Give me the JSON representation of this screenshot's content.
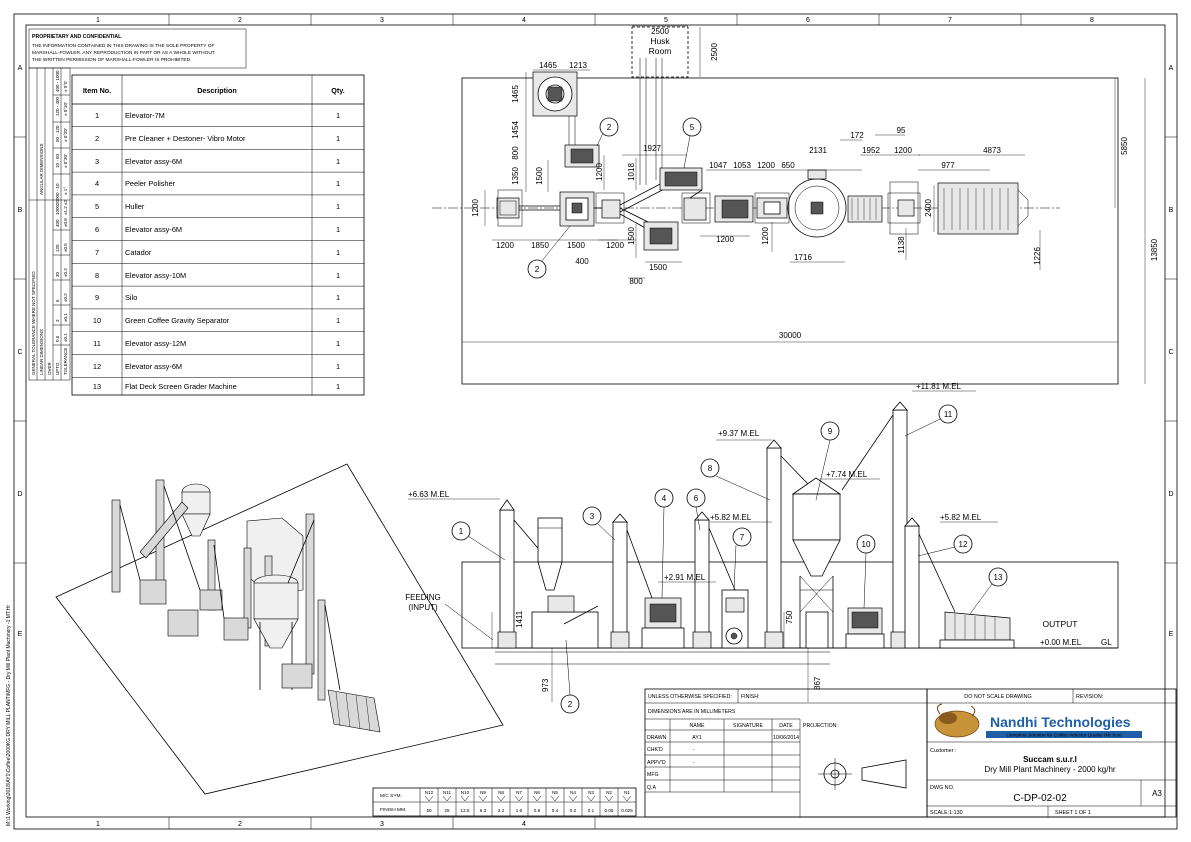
{
  "frame": {
    "col_labels": [
      "1",
      "2",
      "3",
      "4",
      "5",
      "6",
      "7",
      "8"
    ],
    "row_labels": [
      "A",
      "B",
      "C",
      "D",
      "E"
    ],
    "side_path": "M:\\1 Working\\2018\\AY1\\Coffee\\2000KG DRY MILL PLANT\\MFG - Dry Mill Plant Machinery -1 MT.Hr"
  },
  "proprietary": {
    "heading": "PROPRIETARY AND CONFIDENTIAL",
    "lines": [
      "THE INFORMATION CONTAINED IN THIS DRAWING IS THE SOLE PROPERTY OF",
      "MARSHALL-FOWLER.  ANY REPRODUCTION IN PART OR AS A WHOLE WITHOUT",
      "THE WRITTEN PERMISSION OF MARSHALL-FOWLER IS PROHIBITED."
    ]
  },
  "tolerance": {
    "general": "GENERAL TOLERANCE WHERE NOT SPECIFIED",
    "angular": "ANGULAR DIMENSIONS",
    "linear": "LINEAR DIMENSIONS",
    "over": "OVER",
    "upto": "UPTO",
    "tol": "TOLERANCE",
    "ang_ranges": [
      "0 - 10",
      "10 - 50",
      "50 - 120",
      "120 - 400",
      "400 - 1000"
    ],
    "ang_tols": [
      "± 1°",
      "± 0°30'",
      "± 0°20'",
      "± 0°10'",
      "± 0°5'"
    ],
    "lin_ranges": [
      "0.5",
      "3",
      "6",
      "30",
      "120",
      "400",
      "1000",
      "2000"
    ],
    "lin_tols": [
      "±0.1",
      "±0.1",
      "±0.2",
      "±0.3",
      "±0.5",
      "±0.8",
      "±1.2",
      "±2"
    ]
  },
  "bom": {
    "headers": [
      "Item No.",
      "Description",
      "Qty."
    ],
    "rows": [
      [
        "1",
        "Elevator-7M",
        "1"
      ],
      [
        "2",
        "Pre Cleaner + Destoner- Vibro Motor",
        "1"
      ],
      [
        "3",
        "Elevator assy-6M",
        "1"
      ],
      [
        "4",
        " Peeler Polisher",
        "1"
      ],
      [
        "5",
        "Huller",
        "1"
      ],
      [
        "6",
        "Elevator assy-6M",
        "1"
      ],
      [
        "7",
        "Catador",
        "1"
      ],
      [
        "8",
        "Elevator assy-10M",
        "1"
      ],
      [
        "9",
        "Silo",
        "1"
      ],
      [
        "10",
        "Green Coffee Gravity Separator",
        "1"
      ],
      [
        "11",
        "Elevator assy-12M",
        "1"
      ],
      [
        "12",
        "Elevator assy-6M",
        "1"
      ],
      [
        "13",
        "Flat Deck Screen Grader Machine",
        "1"
      ]
    ]
  },
  "plan": {
    "husk_room": [
      "Husk",
      "Room"
    ],
    "dims": {
      "d2500top": "2500",
      "d2500side": "2500",
      "d1465a": "1465",
      "d1213": "1213",
      "d1465b": "1465",
      "d1454": "1454",
      "d800": "800",
      "d1350": "1350",
      "d1500a": "1500",
      "d1200a": "1200",
      "d1927": "1927",
      "d1018": "1018",
      "d1047": "1047",
      "d1053": "1053",
      "d1200b": "1200",
      "d650": "650",
      "d2131": "2131",
      "d172": "172",
      "d95": "95",
      "d1952": "1952",
      "d1200c": "1200",
      "d4873": "4873",
      "d977": "977",
      "d5850": "5850",
      "d13850": "13850",
      "d1200left": "1200",
      "d1200bot": "1200",
      "d1850": "1850",
      "d1500b": "1500",
      "d1200d": "1200",
      "d1500c": "1500",
      "d400": "400",
      "d1500d": "1500",
      "d800b": "800",
      "d1200e": "1200",
      "d1200f": "1200",
      "d1716": "1716",
      "d1138": "1138",
      "d2400": "2400",
      "d1226": "1226",
      "d30000": "30000"
    },
    "bubbles": [
      "2",
      "5",
      "2"
    ]
  },
  "elevation": {
    "levels": {
      "l1181": "+11.81 M.EL",
      "l937": "+9.37 M.EL",
      "l774": "+7.74 M.EL",
      "l663": "+6.63 M.EL",
      "l582a": "+5.82 M.EL",
      "l582b": "+5.82 M.EL",
      "l291": "+2.91 M.EL",
      "l000": "+0.00 M.EL",
      "gl": "GL"
    },
    "feeding": [
      "FEEDING",
      "(INPUT)"
    ],
    "output": "OUTPUT",
    "dims": {
      "d1411": "1411",
      "d973": "973",
      "d750": "750",
      "d867": "867"
    },
    "bubbles": [
      "1",
      "2",
      "3",
      "4",
      "6",
      "7",
      "8",
      "9",
      "10",
      "11",
      "12",
      "13"
    ]
  },
  "title_block": {
    "unless": "UNLESS OTHERWISE SPECIFIED:",
    "finish": "FINISH:",
    "dims_mm": "DIMENSIONS ARE IN MILLIMETERS",
    "col_heads": [
      "NAME",
      "SIGNATURE",
      "DATE"
    ],
    "rows": [
      "DRAWN",
      "CHK'D",
      "APPV'D",
      "MFG",
      "Q.A"
    ],
    "drawn_name": "AY1",
    "drawn_date": "10/06/2014",
    "chkd_name": "-",
    "appvd_name": "-",
    "projection": "PROJECTION:",
    "not_scale": "DO NOT SCALE DRAWING",
    "revision": "REVISION:",
    "company": "Nandhi Technologies",
    "tagline": "Complete Solution for Coffee Industry Quality We trust",
    "customer_label": "Customer :",
    "customer": "Succam s.u.r.l",
    "project": "Dry Mill Plant Machinery - 2000 kg/hr",
    "dwg_label": "DWG NO.",
    "dwg_no": "C-DP-02-02",
    "size": "A3",
    "scale": "SCALE:1:130",
    "sheet": "SHEET 1 OF 1",
    "finish_sym_label": "M/C SYM.",
    "finish_mm_label": "FINISH MM.",
    "finish_grades": [
      "N12",
      "N11",
      "N10",
      "N9",
      "N8",
      "N7",
      "N6",
      "N5",
      "N4",
      "N3",
      "N2",
      "N1"
    ],
    "finish_values": [
      "50",
      "25",
      "12.5",
      "6.3",
      "3.2",
      "1.6",
      "0.8",
      "0.4",
      "0.2",
      "0.1",
      "0.05",
      "0.025"
    ]
  },
  "colors": {
    "logo_blue": "#1f5fa8",
    "logo_gold": "#b07a1e"
  }
}
